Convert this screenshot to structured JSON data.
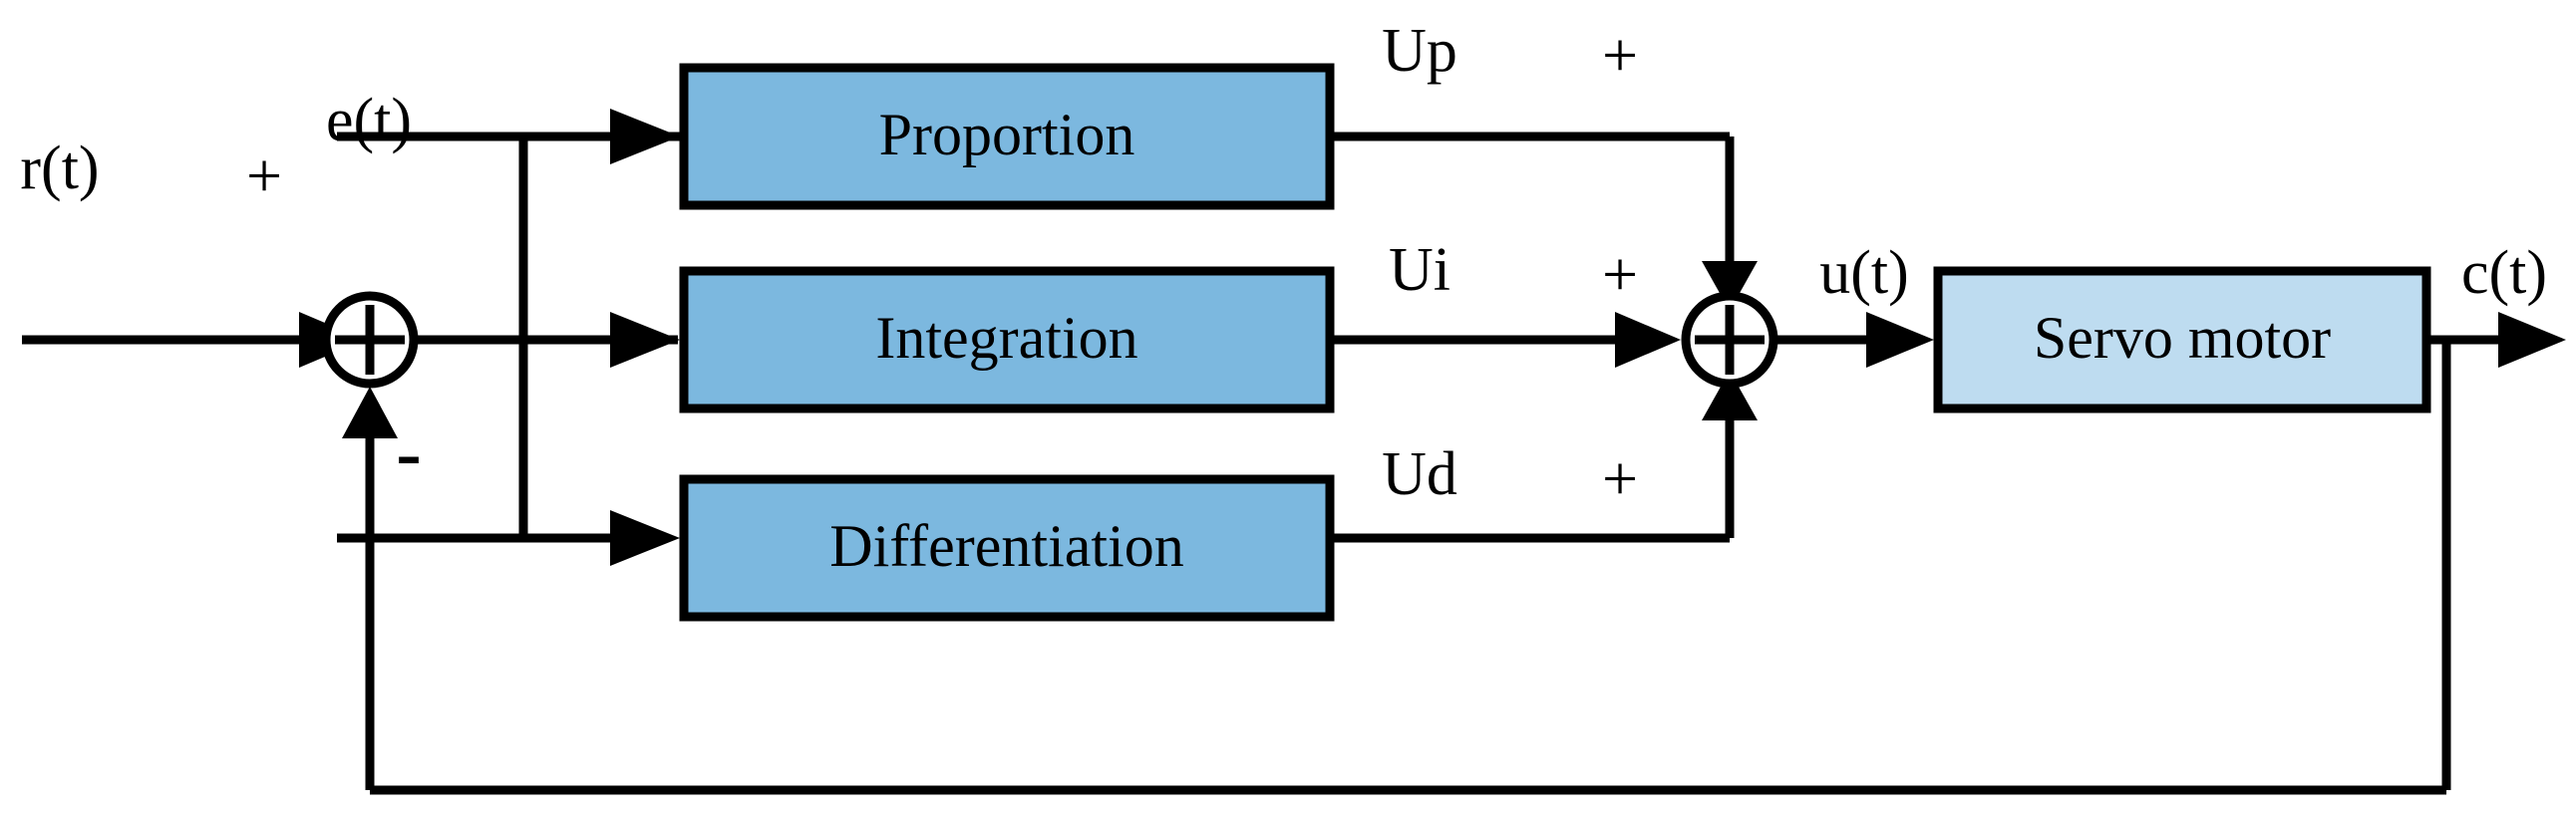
{
  "diagram": {
    "title": "PID control block diagram with servo motor plant",
    "type": "control-system-block-diagram",
    "colors": {
      "pid_block_fill": "#7CB8DF",
      "plant_block_fill": "#BEDCF0",
      "line": "#000000",
      "background": "#FFFFFF",
      "text": "#000000"
    },
    "signals": {
      "reference_input": "r(t)",
      "error": "e(t)",
      "proportional_output": "Up",
      "integral_output": "Ui",
      "derivative_output": "Ud",
      "control_output": "u(t)",
      "system_output": "c(t)"
    },
    "signs": {
      "input_sign": "+",
      "feedback_sign": "-",
      "proportional_sign": "+",
      "integral_sign": "+",
      "derivative_sign": "+"
    },
    "blocks": [
      {
        "id": "proportion",
        "label": "Proportion",
        "kind": "pid",
        "output_signal": "Up"
      },
      {
        "id": "integration",
        "label": "Integration",
        "kind": "pid",
        "output_signal": "Ui"
      },
      {
        "id": "differentiation",
        "label": "Differentiation",
        "kind": "pid",
        "output_signal": "Ud"
      },
      {
        "id": "servo-motor",
        "label": "Servo motor",
        "kind": "plant",
        "output_signal": "c(t)"
      }
    ],
    "summing_junctions": [
      {
        "id": "error-sum",
        "symbol": "+",
        "inputs": [
          "r(t)",
          "c(t)"
        ],
        "output": "e(t)"
      },
      {
        "id": "control-sum",
        "symbol": "+",
        "inputs": [
          "Up",
          "Ui",
          "Ud"
        ],
        "output": "u(t)"
      }
    ]
  }
}
